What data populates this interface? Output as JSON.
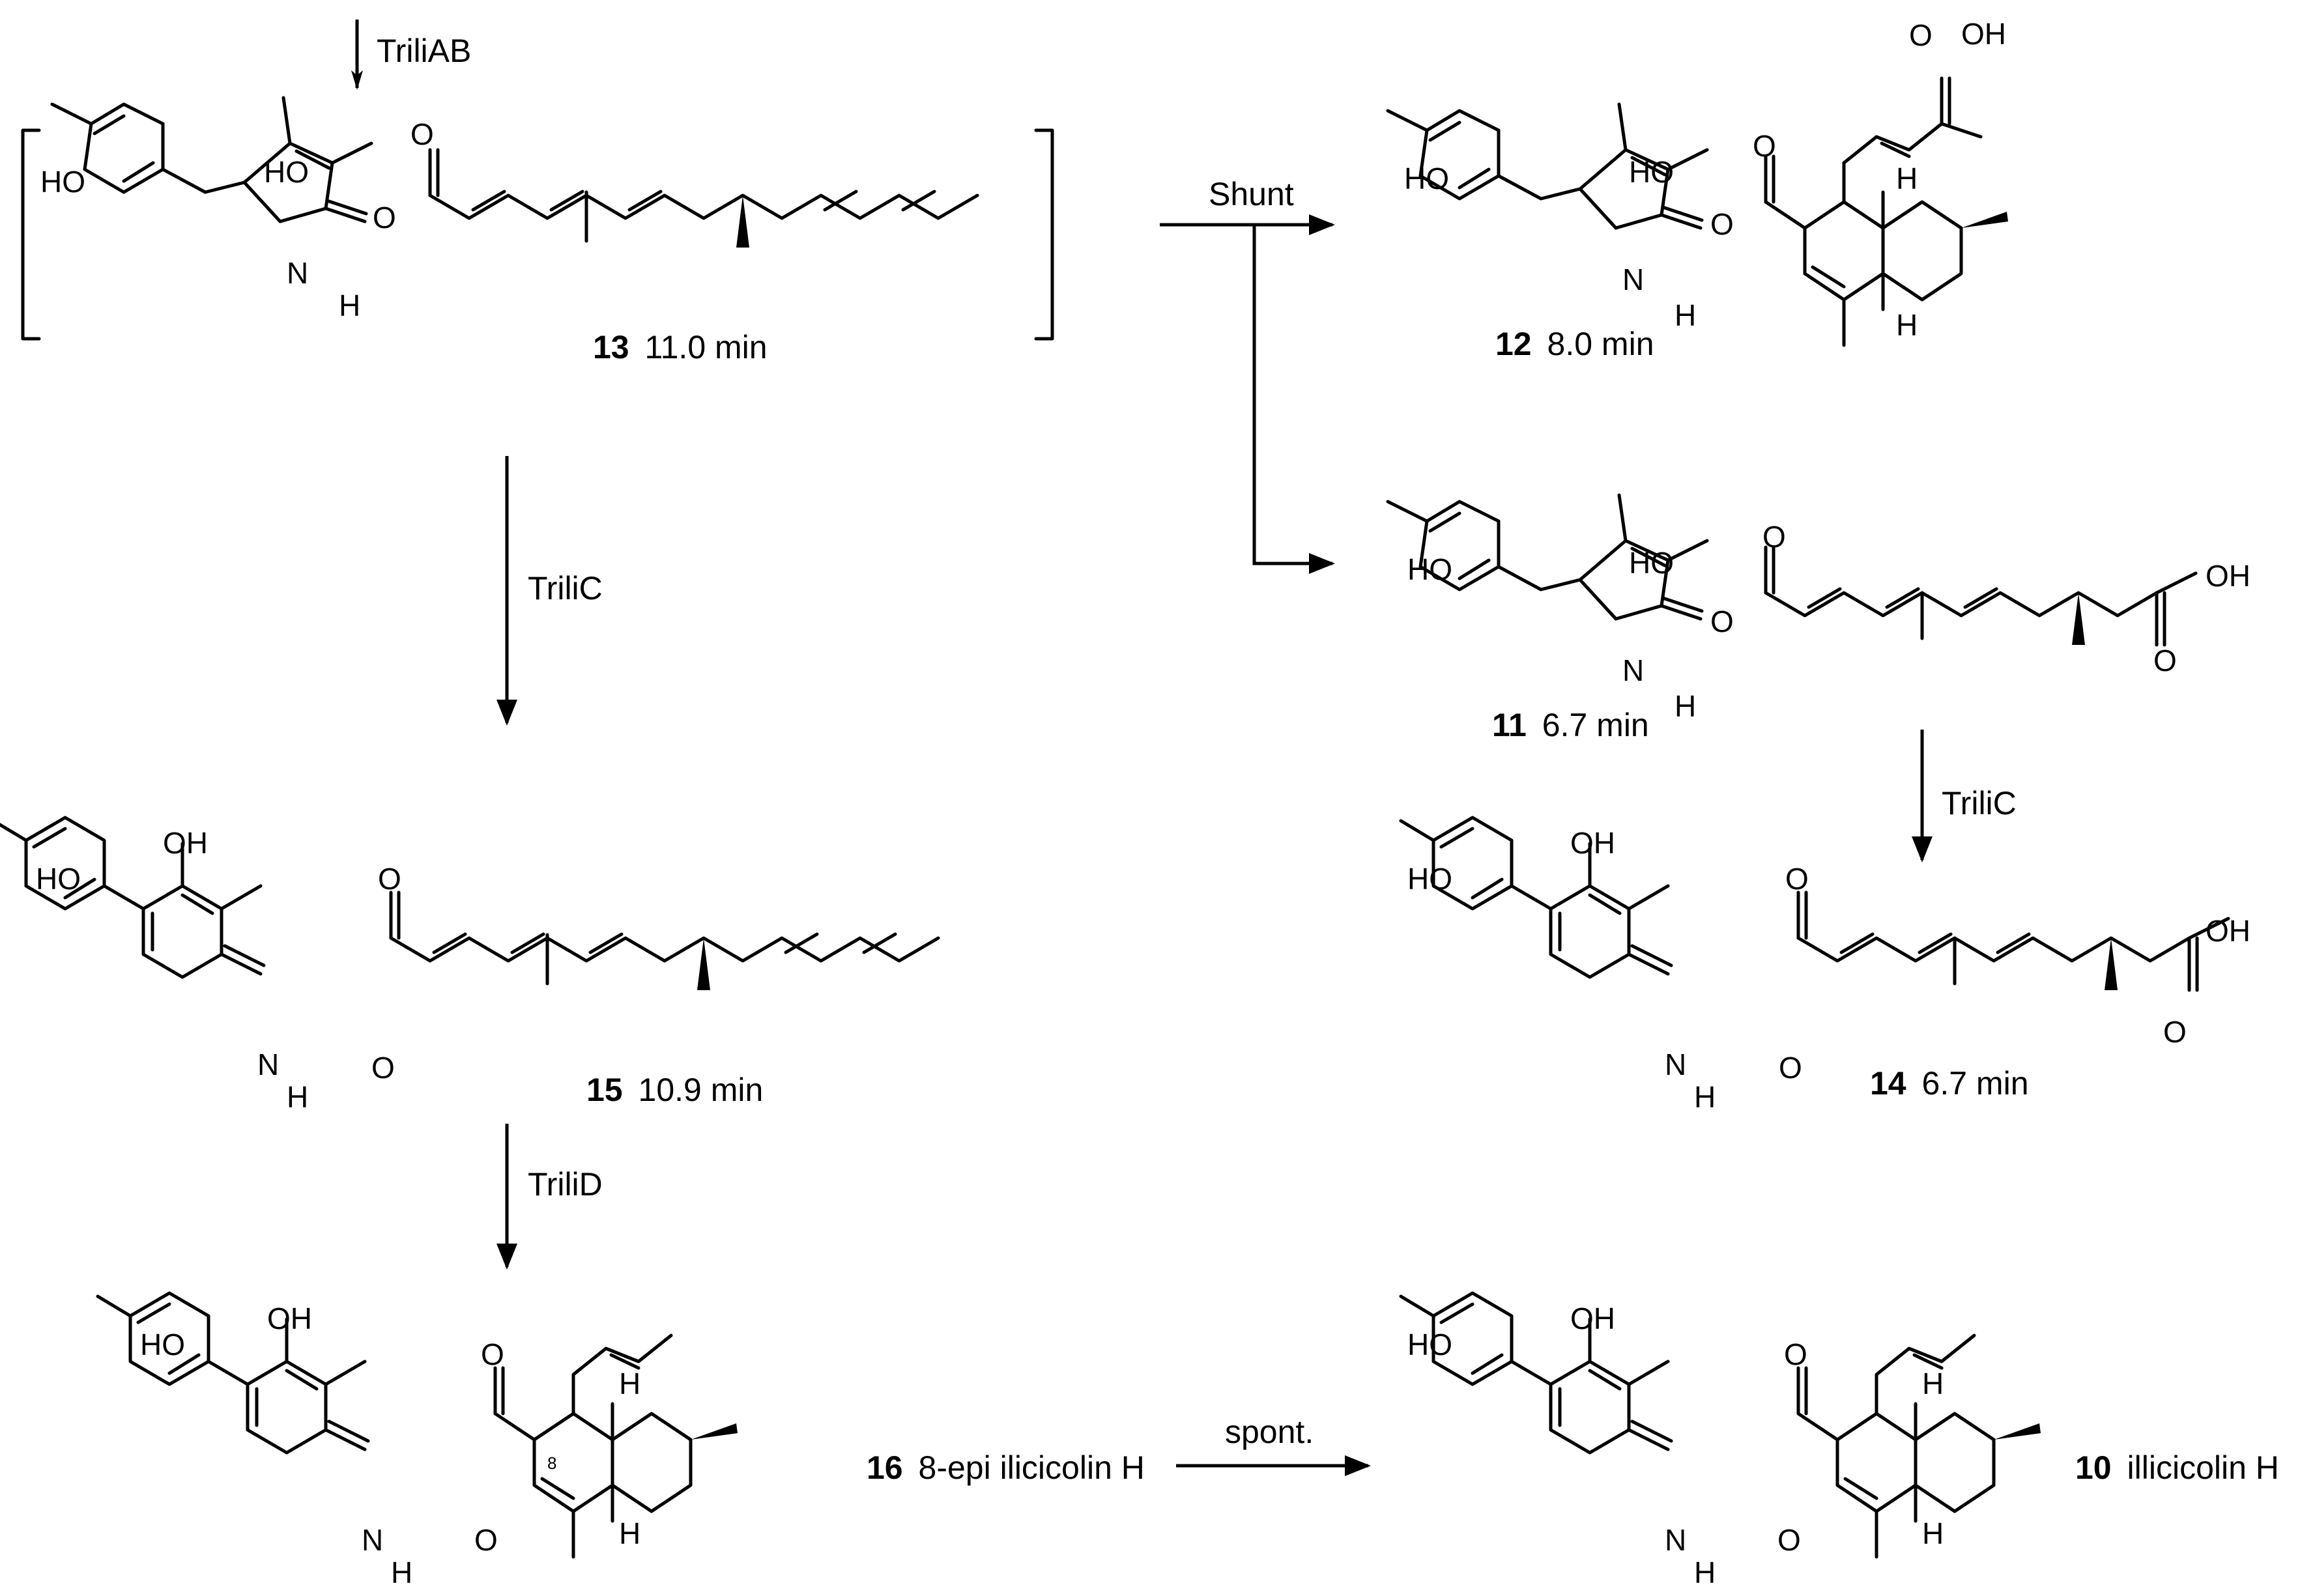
{
  "arrows": {
    "triliab": "TriliAB",
    "shunt": "Shunt",
    "trilic_left": "TriliC",
    "trilic_right": "TriliC",
    "trilid": "TriliD",
    "spont": "spont."
  },
  "compounds": [
    {
      "id": "13",
      "number": "13",
      "label": "11.0 min"
    },
    {
      "id": "12",
      "number": "12",
      "label": "8.0 min"
    },
    {
      "id": "11",
      "number": "11",
      "label": "6.7 min"
    },
    {
      "id": "15",
      "number": "15",
      "label": "10.9 min"
    },
    {
      "id": "14",
      "number": "14",
      "label": "6.7 min"
    },
    {
      "id": "16",
      "number": "16",
      "label": "8-epi ilicicolin H"
    },
    {
      "id": "10",
      "number": "10",
      "label": "illicicolin H"
    }
  ],
  "atoms": {
    "ho": "HO",
    "oh": "OH",
    "o": "O",
    "nh": "NH",
    "n": "N",
    "h": "H",
    "c8": "8"
  }
}
